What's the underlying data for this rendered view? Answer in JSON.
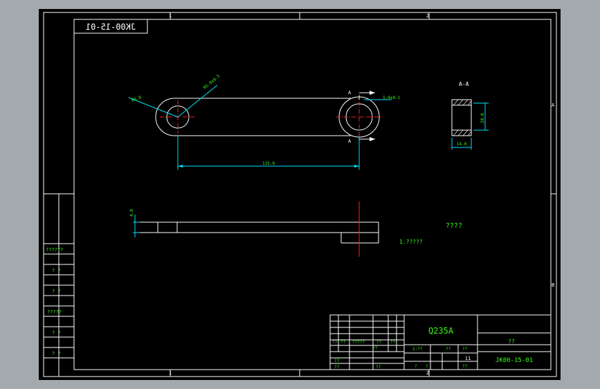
{
  "drawing": {
    "number": "JK00-15-01",
    "number_mirrored": "JK00-15-01",
    "material": "Q235A",
    "title_right_top": "??",
    "quantity": "11",
    "zone_labels": {
      "top_1": "1",
      "top_2": "2",
      "bottom_1": "1",
      "bottom_2": "2",
      "right_a": "A",
      "right_b": "B"
    },
    "top_view": {
      "dim_left_hole": "R5.0",
      "dim_left_outer": "R5.0±0.5",
      "dim_right_top": "1.0±0.1",
      "dim_length": "135.0",
      "section_mark_top": "A",
      "section_mark_bottom": "A"
    },
    "section_view": {
      "label": "A-A",
      "dim_height": "20.0",
      "dim_width": "14.0"
    },
    "side_view": {
      "dim_thickness": "4.0"
    },
    "notes": {
      "tech_requirements": "????",
      "note_1": "1.?????"
    },
    "left_column_labels": [
      "??????",
      "? ?",
      "? ?",
      "?????",
      "? ?",
      "? ?"
    ],
    "title_block": {
      "row_labels_left": [
        "??",
        "??",
        "?????",
        "??",
        "??"
      ],
      "lower_labels": [
        "??",
        "??",
        "??"
      ],
      "middle_labels": [
        "??",
        "??",
        "1:??",
        "?",
        "?",
        "??",
        "??"
      ]
    }
  }
}
